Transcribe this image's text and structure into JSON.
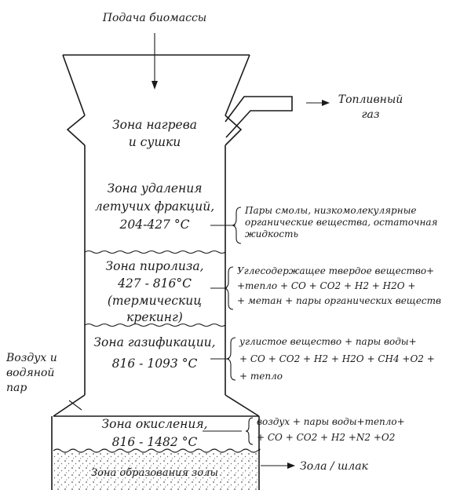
{
  "feed_label": "Подача биомассы",
  "gas_output": [
    "Топливный",
    "газ"
  ],
  "air_input": [
    "Воздух и",
    "водяной",
    "пар"
  ],
  "ash_output": "Зола / шлак",
  "zones": [
    {
      "name": "drying",
      "lines": [
        "Зона нагрева",
        "и сушки"
      ]
    },
    {
      "name": "devolatilization",
      "lines": [
        "Зона удаления",
        "летучих фракций,",
        "204-427 °C"
      ]
    },
    {
      "name": "pyrolysis",
      "lines": [
        "Зона пиролиза,",
        "427 - 816°C",
        "(термическиц",
        "крекинг)"
      ]
    },
    {
      "name": "gasification",
      "lines": [
        "Зона газификации,",
        "816 - 1093 °C"
      ]
    },
    {
      "name": "oxidation",
      "lines": [
        "Зона окисления,",
        "816 - 1482 °C"
      ]
    },
    {
      "name": "ash",
      "lines": [
        "Зона образования золы"
      ]
    }
  ],
  "products": [
    {
      "zone": "devolatilization",
      "lines": [
        "Пары смолы, низкомолекулярные",
        "органические вещества, остаточная",
        "жидкость"
      ]
    },
    {
      "zone": "pyrolysis",
      "lines": [
        "Углесодержащее твердое вещество+",
        "+тепло + CO + CO2 + H2 + H2O +",
        "+ метан + пары органических веществ"
      ]
    },
    {
      "zone": "gasification",
      "lines": [
        "углистое вещество + пары воды+",
        "+ CO + CO2 + H2 + H2O + CH4 +O2 +",
        "+ тепло"
      ]
    },
    {
      "zone": "oxidation",
      "lines": [
        "воздух + пары воды+тепло+",
        "+ CO + CO2 + H2 +N2 +O2"
      ]
    }
  ]
}
